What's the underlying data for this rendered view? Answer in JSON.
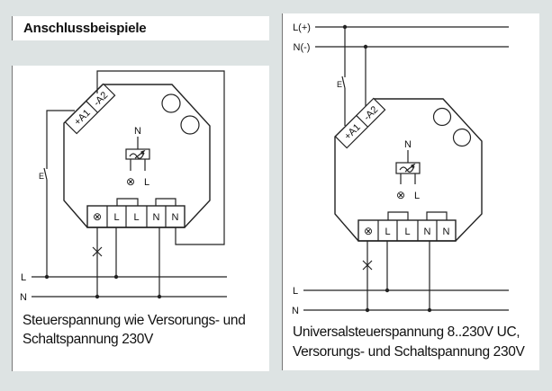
{
  "header": {
    "title": "Anschlussbeispiele"
  },
  "diagram_left": {
    "terminals": {
      "a1": "+A1",
      "a2": "-A2"
    },
    "block": [
      "⊗",
      "L",
      "L",
      "N",
      "N"
    ],
    "inner": {
      "n": "N",
      "lamp": "⊗",
      "l": "L"
    },
    "switch": "E",
    "lines": {
      "l": "L",
      "n": "N"
    },
    "caption": [
      "Steuerspannung wie Versorungs- und",
      "Schaltspannung 230V"
    ]
  },
  "diagram_right": {
    "supply": {
      "lplus": "L(+)",
      "nminus": "N(-)"
    },
    "terminals": {
      "a1": "+A1",
      "a2": "-A2"
    },
    "block": [
      "⊗",
      "L",
      "L",
      "N",
      "N"
    ],
    "inner": {
      "n": "N",
      "lamp": "⊗",
      "l": "L"
    },
    "switch": "E",
    "lines": {
      "l": "L",
      "n": "N"
    },
    "caption": [
      "Universalsteuerspannung 8..230V UC,",
      "Versorungs- und Schaltspannung 230V"
    ]
  }
}
